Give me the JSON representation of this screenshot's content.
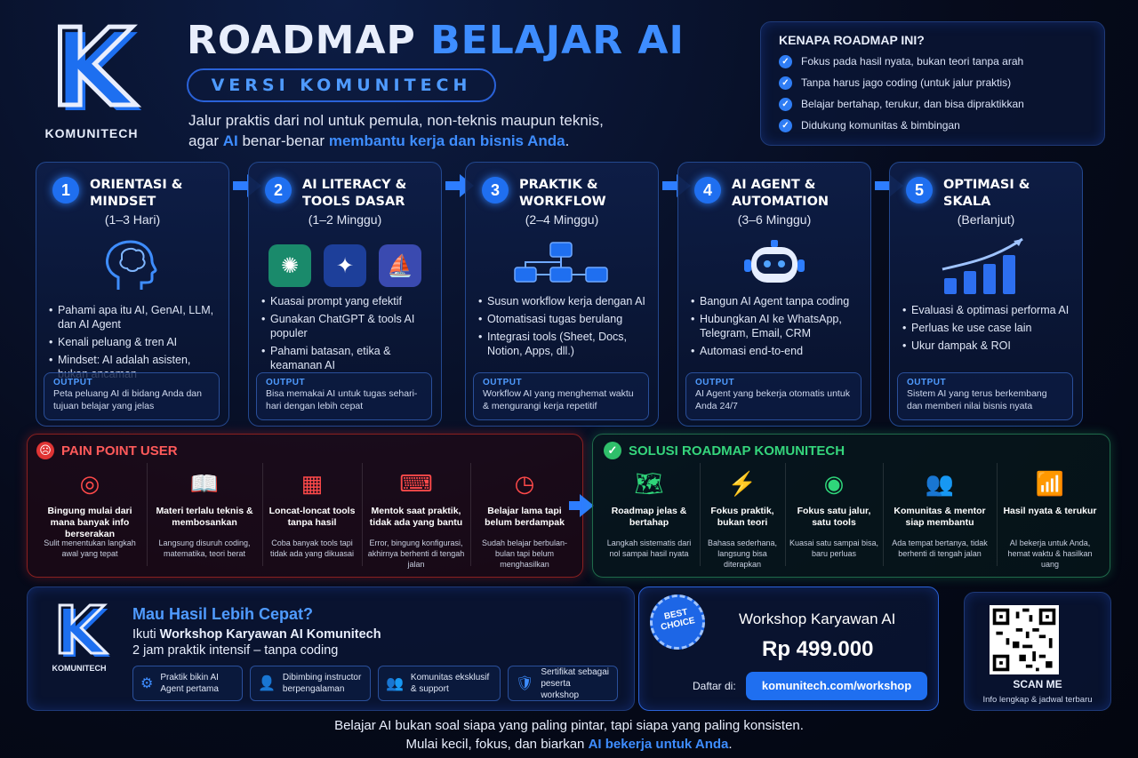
{
  "brand": {
    "logo_letter": "K",
    "name": "KOMUNITECH"
  },
  "header": {
    "title_part1": "ROADMAP",
    "title_part2": "BELAJAR AI",
    "subtitle": "VERSI KOMUNITECH",
    "lead_line1": "Jalur praktis dari nol untuk pemula, non-teknis maupun teknis,",
    "lead_line2_a": "agar ",
    "lead_line2_b": "AI",
    "lead_line2_c": " benar-benar ",
    "lead_line2_d": "membantu kerja dan bisnis Anda",
    "lead_line2_e": "."
  },
  "why": {
    "title": "KENAPA ROADMAP INI?",
    "items": [
      "Fokus pada hasil nyata, bukan teori tanpa arah",
      "Tanpa harus jago coding (untuk jalur praktis)",
      "Belajar bertahap, terukur, dan bisa dipraktikkan",
      "Didukung komunitas & bimbingan"
    ]
  },
  "steps": [
    {
      "num": "1",
      "title1": "ORIENTASI &",
      "title2": "MINDSET",
      "duration": "(1–3 Hari)",
      "icon": "brain-head-icon",
      "bullets": [
        "Pahami apa itu AI, GenAI, LLM, dan AI Agent",
        "Kenali peluang & tren AI",
        "Mindset: AI adalah asisten, bukan ancaman"
      ],
      "output_label": "OUTPUT",
      "output": "Peta peluang AI di bidang Anda dan tujuan belajar yang jelas"
    },
    {
      "num": "2",
      "title1": "AI LITERACY &",
      "title2": "TOOLS DASAR",
      "duration": "(1–2 Minggu)",
      "icon": "ai-tools-icons",
      "bullets": [
        "Kuasai prompt yang efektif",
        "Gunakan ChatGPT & tools AI populer",
        "Pahami batasan, etika & keamanan AI"
      ],
      "output_label": "OUTPUT",
      "output": "Bisa memakai AI untuk tugas sehari-hari dengan lebih cepat"
    },
    {
      "num": "3",
      "title1": "PRAKTIK &",
      "title2": "WORKFLOW",
      "duration": "(2–4 Minggu)",
      "icon": "workflow-icon",
      "bullets": [
        "Susun workflow kerja dengan AI",
        "Otomatisasi tugas berulang",
        "Integrasi tools (Sheet, Docs, Notion, Apps, dll.)"
      ],
      "output_label": "OUTPUT",
      "output": "Workflow AI yang menghemat waktu & mengurangi kerja repetitif"
    },
    {
      "num": "4",
      "title1": "AI AGENT &",
      "title2": "AUTOMATION",
      "duration": "(3–6 Minggu)",
      "icon": "robot-icon",
      "bullets": [
        "Bangun AI Agent tanpa coding",
        "Hubungkan AI ke WhatsApp, Telegram, Email, CRM",
        "Automasi end-to-end"
      ],
      "output_label": "OUTPUT",
      "output": "AI Agent yang bekerja otomatis untuk Anda 24/7"
    },
    {
      "num": "5",
      "title1": "OPTIMASI &",
      "title2": "SKALA",
      "duration": "(Berlanjut)",
      "icon": "growth-chart-icon",
      "bullets": [
        "Evaluasi & optimasi performa AI",
        "Perluas ke use case lain",
        "Ukur dampak & ROI"
      ],
      "output_label": "OUTPUT",
      "output": "Sistem AI yang terus berkembang dan memberi nilai bisnis nyata"
    }
  ],
  "pain": {
    "title": "PAIN POINT USER",
    "items": [
      {
        "icon": "target-miss-icon",
        "title": "Bingung mulai dari mana banyak info berserakan",
        "sub": "Sulit menentukan langkah awal yang tepat"
      },
      {
        "icon": "book-icon",
        "title": "Materi terlalu teknis & membosankan",
        "sub": "Langsung disuruh coding, matematika, teori berat"
      },
      {
        "icon": "maze-icon",
        "title": "Loncat-loncat tools tanpa hasil",
        "sub": "Coba banyak tools tapi tidak ada yang dikuasai"
      },
      {
        "icon": "code-error-icon",
        "title": "Mentok saat praktik, tidak ada yang bantu",
        "sub": "Error, bingung konfigurasi, akhirnya berhenti di tengah jalan"
      },
      {
        "icon": "clock-icon",
        "title": "Belajar lama tapi belum berdampak",
        "sub": "Sudah belajar berbulan-bulan tapi belum menghasilkan"
      }
    ]
  },
  "solution": {
    "title": "SOLUSI ROADMAP KOMUNITECH",
    "items": [
      {
        "icon": "map-icon",
        "title": "Roadmap jelas & bertahap",
        "sub": "Langkah sistematis dari nol sampai hasil nyata"
      },
      {
        "icon": "bolt-icon",
        "title": "Fokus praktik, bukan teori",
        "sub": "Bahasa sederhana, langsung bisa diterapkan"
      },
      {
        "icon": "target-hit-icon",
        "title": "Fokus satu jalur, satu tools",
        "sub": "Kuasai satu sampai bisa, baru perluas"
      },
      {
        "icon": "community-icon",
        "title": "Komunitas & mentor siap membantu",
        "sub": "Ada tempat bertanya, tidak berhenti di tengah jalan"
      },
      {
        "icon": "growth-icon",
        "title": "Hasil nyata & terukur",
        "sub": "AI bekerja untuk Anda, hemat waktu & hasilkan uang"
      }
    ]
  },
  "cta": {
    "headline": "Mau Hasil Lebih Cepat?",
    "line1_a": "Ikuti ",
    "line1_b": "Workshop Karyawan AI Komunitech",
    "line2": "2 jam praktik intensif – tanpa coding",
    "features": [
      {
        "icon": "agent-icon",
        "text": "Praktik bikin AI Agent pertama"
      },
      {
        "icon": "instructor-icon",
        "text": "Dibimbing instructor berpengalaman"
      },
      {
        "icon": "group-icon",
        "text": "Komunitas eksklusif & support"
      },
      {
        "icon": "certificate-icon",
        "text": "Sertifikat sebagai peserta workshop"
      }
    ]
  },
  "offer": {
    "badge_line1": "BEST",
    "badge_line2": "CHOICE",
    "name": "Workshop Karyawan AI",
    "price": "Rp 499.000",
    "register_label": "Daftar di:",
    "url": "komunitech.com/workshop"
  },
  "qr": {
    "title": "SCAN ME",
    "sub": "Info lengkap & jadwal terbaru"
  },
  "footer": {
    "line1": "Belajar AI bukan soal siapa yang paling pintar, tapi siapa yang paling konsisten.",
    "line2_a": "Mulai kecil, fokus, dan biarkan ",
    "line2_b": "AI bekerja untuk Anda",
    "line2_c": "."
  },
  "colors": {
    "accent": "#2d7dff",
    "pain": "#ff4a4a",
    "solution": "#2fd67a"
  }
}
